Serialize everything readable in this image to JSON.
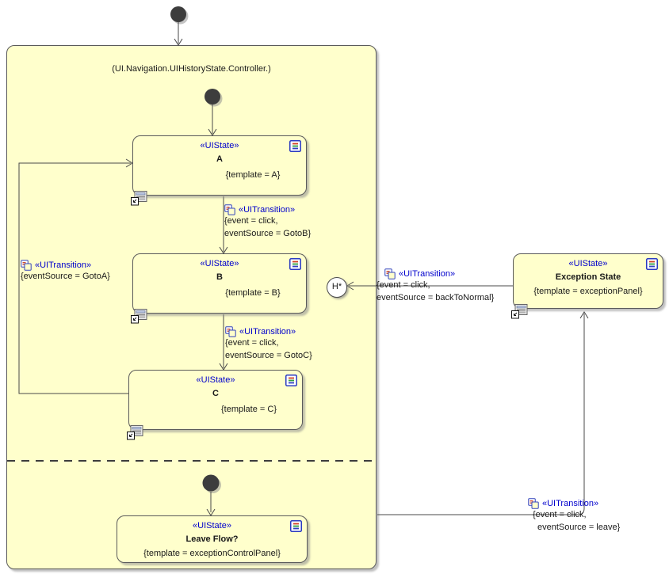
{
  "diagram": {
    "title": "(UI.Navigation.UIHistoryState.Controller.)",
    "history": {
      "label": "H*"
    },
    "states": {
      "a": {
        "stereotype": "«UIState»",
        "name": "A",
        "template": "{template = A}"
      },
      "b": {
        "stereotype": "«UIState»",
        "name": "B",
        "template": "{template = B}"
      },
      "c": {
        "stereotype": "«UIState»",
        "name": "C",
        "template": "{template = C}"
      },
      "leave_flow": {
        "stereotype": "«UIState»",
        "name": "Leave Flow?",
        "template": "{template = exceptionControlPanel}"
      },
      "exception": {
        "stereotype": "«UIState»",
        "name": "Exception State",
        "template": "{template = exceptionPanel}"
      }
    },
    "transitions": {
      "a_to_b": {
        "stereotype": "«UITransition»",
        "line1": "{event = click,",
        "line2": "eventSource = GotoB}"
      },
      "b_to_c": {
        "stereotype": "«UITransition»",
        "line1": "{event = click,",
        "line2": "eventSource = GotoC}"
      },
      "c_to_a": {
        "stereotype": "«UITransition»",
        "line1": "{eventSource = GotoA}"
      },
      "exception_to_history": {
        "stereotype": "«UITransition»",
        "line1": "{event = click,",
        "line2": "eventSource = backToNormal}"
      },
      "controller_to_exception": {
        "stereotype": "«UITransition»",
        "line1": "{event = click,",
        "line2": "eventSource = leave}"
      }
    },
    "colors": {
      "state_fill": "#FFFFCC",
      "stereotype_blue": "#0000CC",
      "border_gray": "#5A5A5A",
      "line_gray": "#4A4A4A"
    }
  }
}
